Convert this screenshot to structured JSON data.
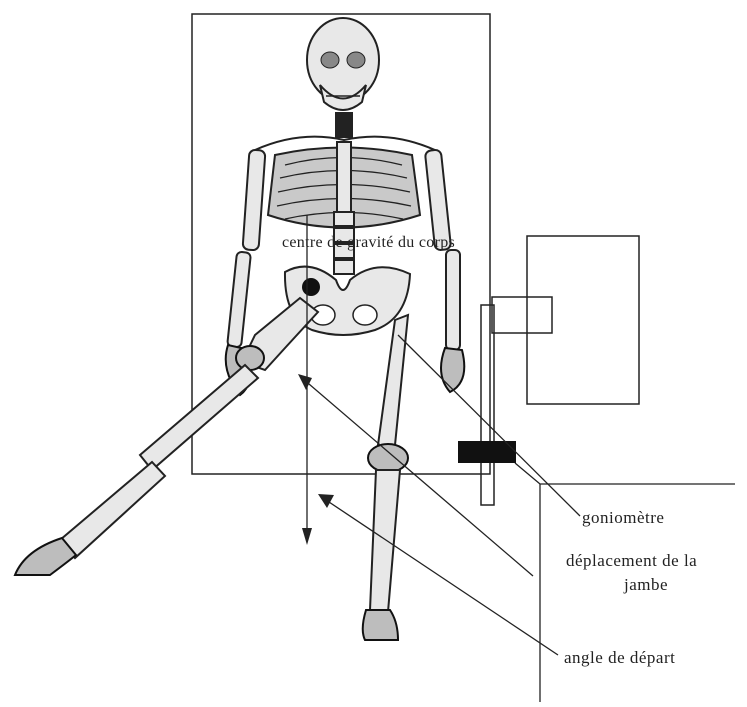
{
  "labels": {
    "goniometer": "goniomètre",
    "leg_displacement_line1": "déplacement de la",
    "leg_displacement_line2": "jambe",
    "start_angle": "angle de départ",
    "gravity_center": "centre de gravité du corps"
  },
  "colors": {
    "stroke": "#222222",
    "bone_fill": "#e8e8e8",
    "bone_shadow": "#bdbdbd",
    "goniometer_block": "#111111",
    "background": "#ffffff"
  }
}
